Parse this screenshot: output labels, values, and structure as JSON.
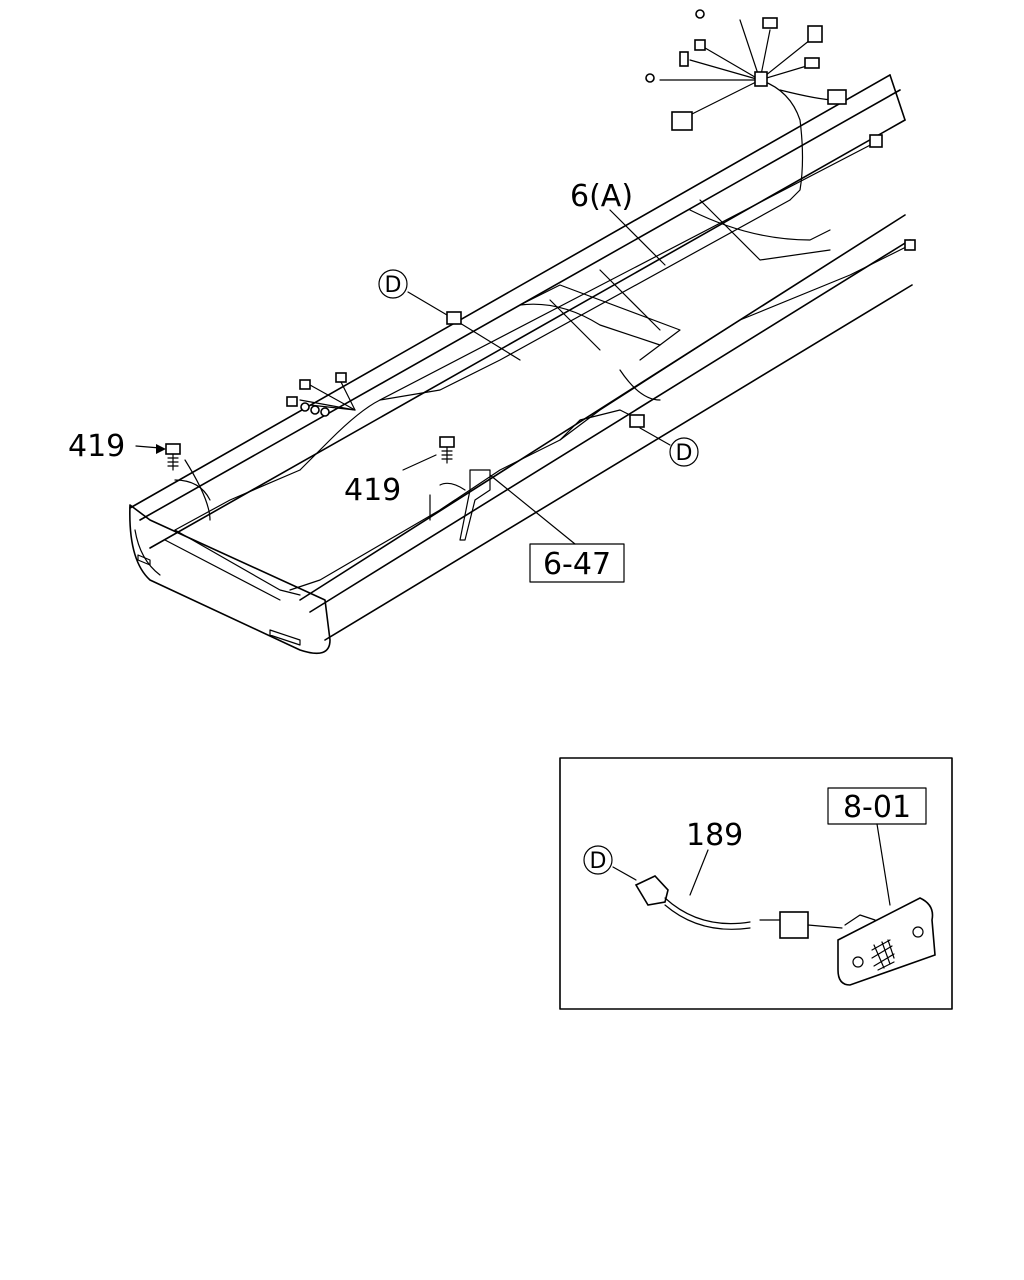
{
  "labels": {
    "harness_main": "6(A)",
    "connector_d_upper": "D",
    "connector_d_right": "D",
    "connector_d_inset": "D",
    "bolt_left": "419",
    "bolt_center": "419",
    "ref_box_center": "6-47",
    "ref_box_inset": "8-01",
    "inset_harness": "189"
  },
  "icons": {
    "leader_arrow": "arrow-head",
    "callout_circle": "circle-letter"
  },
  "colors": {
    "line": "#000000",
    "background": "#ffffff"
  }
}
